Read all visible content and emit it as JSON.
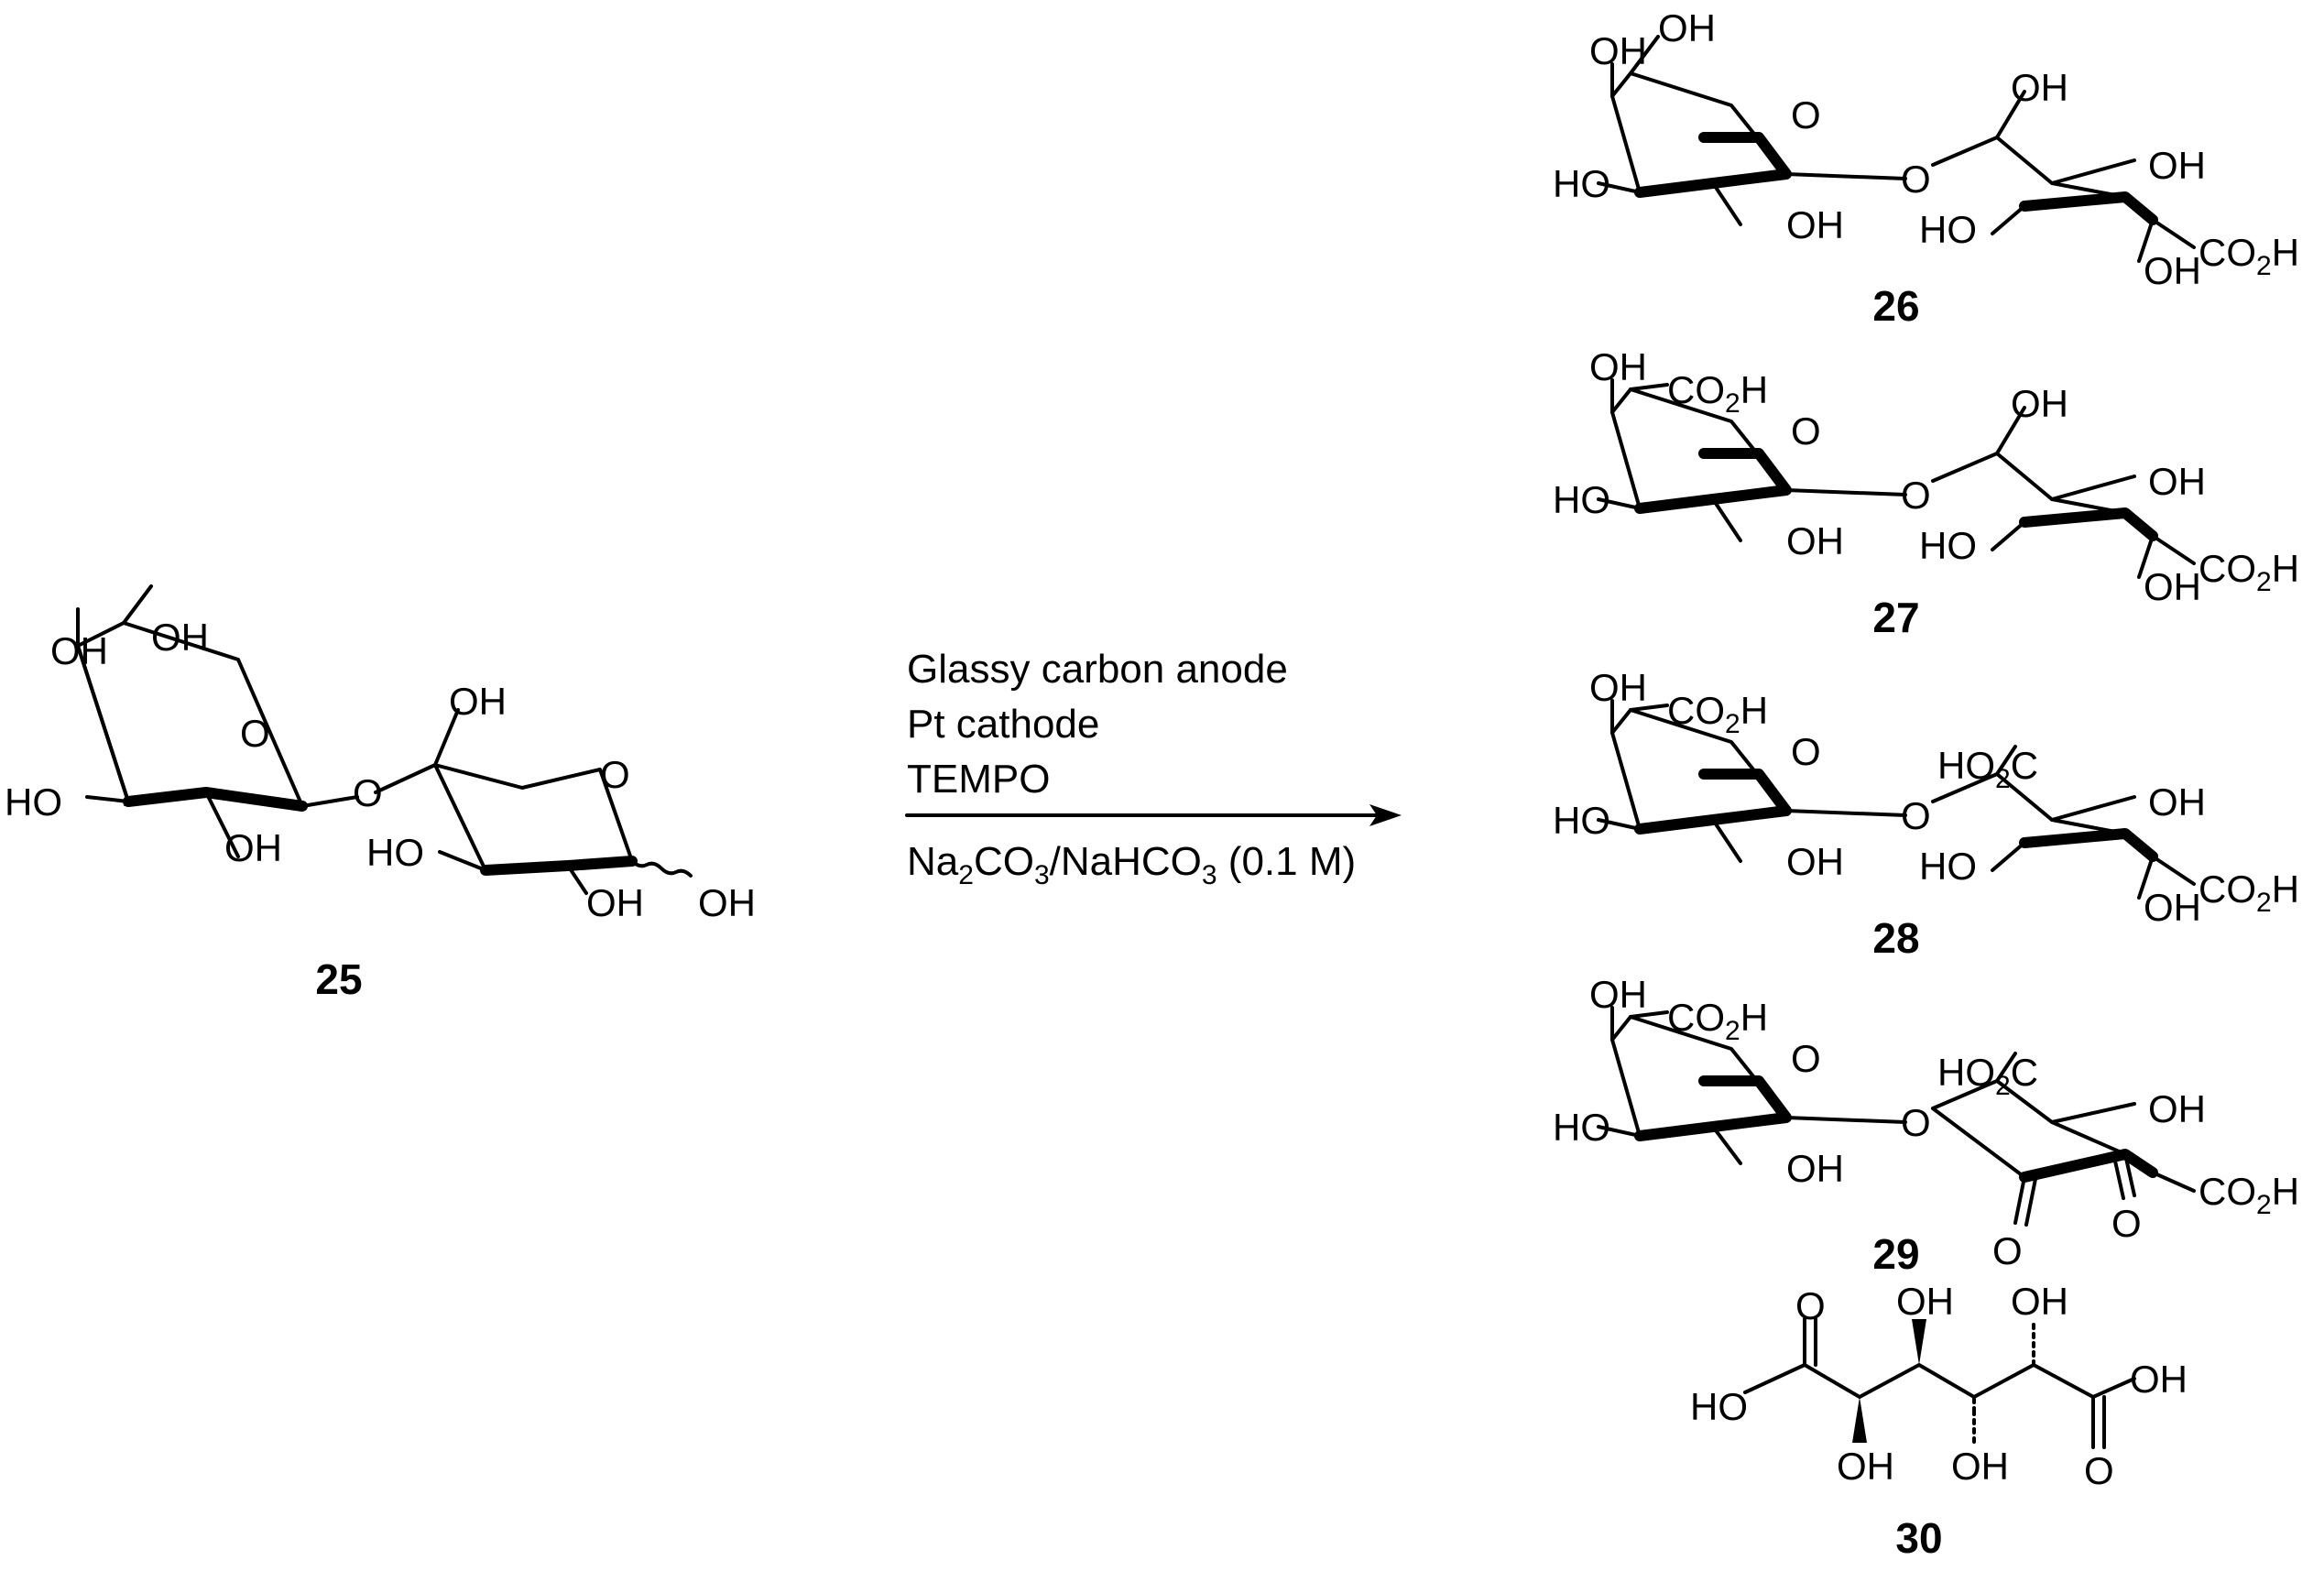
{
  "conditions": {
    "line1": "Glassy carbon anode",
    "line2": "Pt cathode",
    "line3": "TEMPO",
    "line4_parts": [
      "Na",
      "2",
      "CO",
      "3",
      "/NaHCO",
      "3",
      " (0.1 M)"
    ]
  },
  "compounds": {
    "c25": "25",
    "c26": "26",
    "c27": "27",
    "c28": "28",
    "c29": "29",
    "c30": "30"
  },
  "atoms": {
    "oh": "OH",
    "ho": "HO",
    "o": "O",
    "co2h_co": "CO",
    "co2h_h": "H",
    "sub2": "2",
    "ho2c_ho": "HO",
    "ho2c_c": "C",
    "h": "H"
  }
}
